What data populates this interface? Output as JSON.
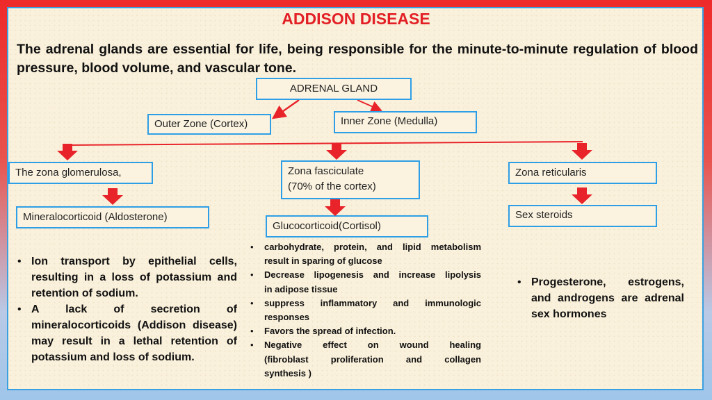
{
  "title": "ADDISON DISEASE",
  "intro": "The adrenal glands are essential for life, being responsible for the minute-to-minute regulation of blood pressure, blood volume, and vascular tone.",
  "nodes": {
    "root": "ADRENAL GLAND",
    "cortex": "Outer Zone (Cortex)",
    "medulla": "Inner Zone (Medulla)",
    "glomerulosa": "The zona glomerulosa,",
    "fasciculata_line1": "Zona fasciculate",
    "fasciculata_line2": "(70% of the cortex)",
    "reticularis": "Zona reticularis",
    "mineralocorticoid": "Mineralocorticoid (Aldosterone)",
    "glucocorticoid": "Glucocorticoid(Cortisol)",
    "sex_steroids": "Sex steroids"
  },
  "left_bullets": [
    {
      "lines": [
        "Ion transport by epithelial cells,",
        "resulting in a loss of potassium and"
      ],
      "last": "retention of sodium."
    },
    {
      "lines": [
        "A lack of secretion of",
        "mineralocorticoids (Addison disease)",
        "may result in a lethal retention of"
      ],
      "last": "potassium and loss of sodium."
    }
  ],
  "middle_bullets": [
    {
      "lines": [
        "carbohydrate, protein, and lipid metabolism"
      ],
      "last": "result in sparing of glucose"
    },
    {
      "lines": [
        "Decrease lipogenesis and increase lipolysis"
      ],
      "last": "in adipose tissue"
    },
    {
      "lines": [
        "suppress inflammatory and immunologic"
      ],
      "last": "responses"
    },
    {
      "lines": [],
      "last": "Favors the spread of infection."
    },
    {
      "lines": [
        "Negative effect on wound healing",
        "(fibroblast proliferation and collagen"
      ],
      "last": "synthesis )"
    }
  ],
  "right_bullets": [
    {
      "lines": [
        "Progesterone, estrogens,",
        "and androgens are adrenal"
      ],
      "last": "sex hormones"
    }
  ],
  "colors": {
    "title": "#e31f26",
    "box_border": "#2e9fe6",
    "arrow": "#e8242a",
    "frame_top": "#ee2a2a",
    "frame_bottom": "#9fc6ea"
  }
}
